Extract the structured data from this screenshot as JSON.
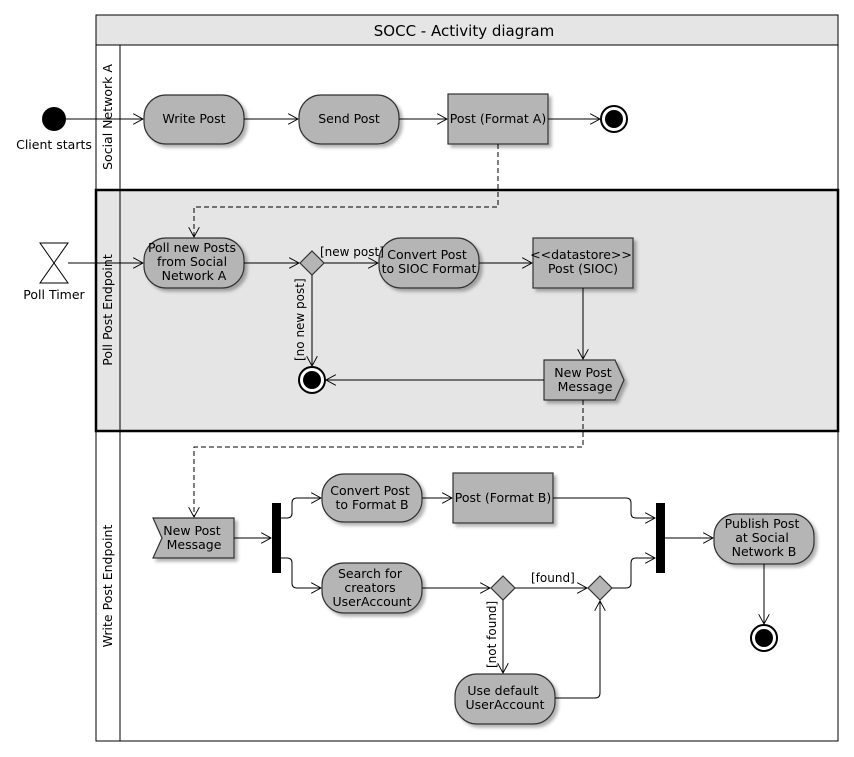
{
  "title": "SOCC - Activity diagram",
  "lanes": {
    "social_network_a": "Social Network A",
    "poll_post_endpoint": "Poll Post Endpoint",
    "write_post_endpoint": "Write Post Endpoint"
  },
  "start": {
    "client_starts": "Client starts",
    "poll_timer": "Poll Timer"
  },
  "actions": {
    "write_post": "Write Post",
    "send_post": "Send Post",
    "poll_new_posts": [
      "Poll new Posts",
      "from Social",
      "Network A"
    ],
    "convert_post_sioc": [
      "Convert Post",
      "to SIOC Format"
    ],
    "convert_post_b": [
      "Convert Post",
      "to Format B"
    ],
    "search_creators": [
      "Search for",
      "creators",
      "UserAccount"
    ],
    "use_default": [
      "Use default",
      "UserAccount"
    ],
    "publish_post": [
      "Publish Post",
      "at Social",
      "Network B"
    ]
  },
  "objects": {
    "post_format_a": "Post (Format A)",
    "datastore_sioc": [
      "<<datastore>>",
      "Post (SIOC)"
    ],
    "post_format_b": "Post (Format B)"
  },
  "signals": {
    "send_new_post_message": [
      "New Post",
      "Message"
    ],
    "receive_new_post_message": [
      "New Post",
      "Message"
    ]
  },
  "guards": {
    "new_post": "[new post]",
    "no_new_post": "[no new post]",
    "found": "[found]",
    "not_found": "[not found]"
  }
}
